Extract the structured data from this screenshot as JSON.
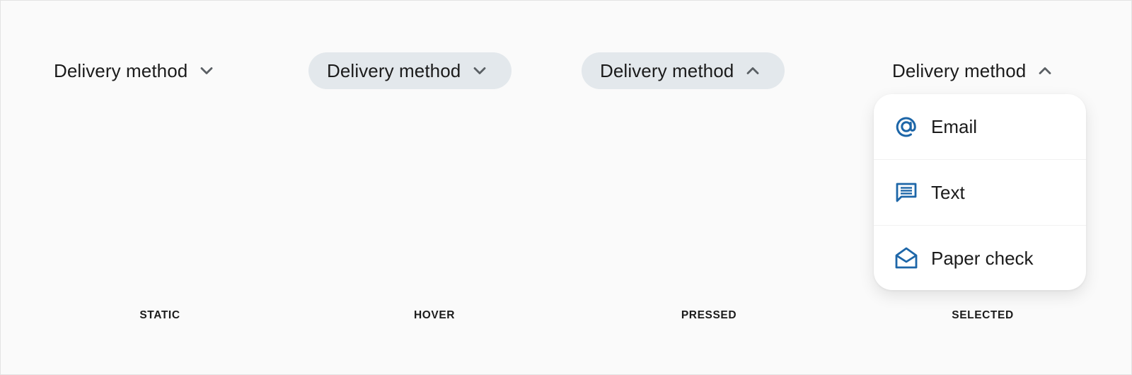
{
  "dropdowns": {
    "static": {
      "label": "Delivery method",
      "chevron": "chevron-down-icon",
      "state_label": "STATIC"
    },
    "hover": {
      "label": "Delivery method",
      "chevron": "chevron-down-icon",
      "state_label": "HOVER"
    },
    "pressed": {
      "label": "Delivery method",
      "chevron": "chevron-up-icon",
      "state_label": "PRESSED"
    },
    "selected": {
      "label": "Delivery method",
      "chevron": "chevron-up-icon",
      "state_label": "SELECTED"
    }
  },
  "menu": {
    "items": [
      {
        "label": "Email",
        "icon": "at-sign-icon"
      },
      {
        "label": "Text",
        "icon": "message-icon"
      },
      {
        "label": "Paper check",
        "icon": "envelope-open-icon"
      }
    ]
  },
  "colors": {
    "background": "#fafafa",
    "pill_fill": "#e3e8ec",
    "text": "#1b1b1b",
    "chevron": "#5a5f64",
    "icon_accent": "#1d66a8",
    "menu_bg": "#ffffff"
  }
}
